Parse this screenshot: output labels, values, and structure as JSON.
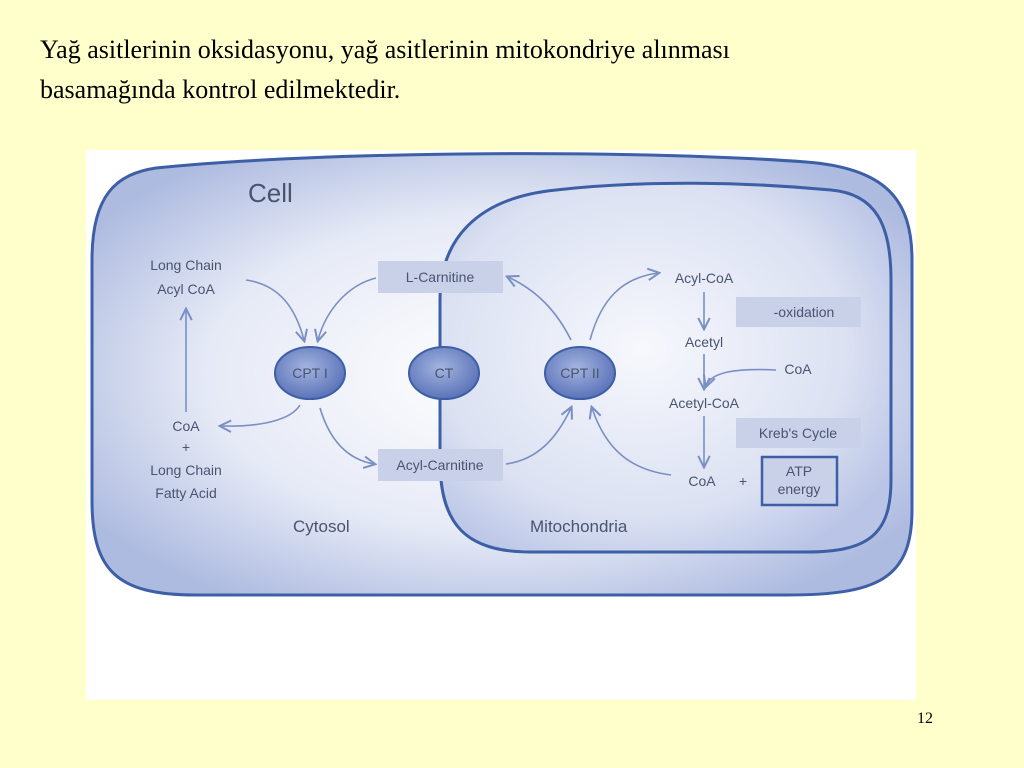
{
  "slide": {
    "text_lines": [
      "Yağ asitlerinin oksidasyonu, yağ asitlerinin mitokondriye alınması",
      "basamağında kontrol edilmektedir."
    ],
    "page_number": "12"
  },
  "diagram": {
    "cell_label": "Cell",
    "cytosol_label": "Cytosol",
    "mitochondria_label": "Mitochondria",
    "long_chain_acyl_coa": [
      "Long Chain",
      "Acyl CoA"
    ],
    "coa_fatty_acid": [
      "CoA",
      "+",
      "Long Chain",
      "Fatty Acid"
    ],
    "l_carnitine": "L-Carnitine",
    "acyl_carnitine": "Acyl-Carnitine",
    "cpt1": "CPT I",
    "ct": "CT",
    "cpt2": "CPT II",
    "acyl_coa": "Acyl-CoA",
    "beta_oxidation": "-oxidation",
    "acetyl": "Acetyl",
    "coa_in": "CoA",
    "acetyl_coa": "Acetyl-CoA",
    "krebs_cycle": "Kreb's Cycle",
    "coa_out": "CoA",
    "plus": "+",
    "atp": [
      "ATP",
      "energy"
    ]
  },
  "colors": {
    "background": "#ffffcc",
    "membrane": "#3d5fa6",
    "enzyme_fill": "#6f86c4",
    "label_box": "#c9d1e8",
    "text": "#4a5470"
  }
}
